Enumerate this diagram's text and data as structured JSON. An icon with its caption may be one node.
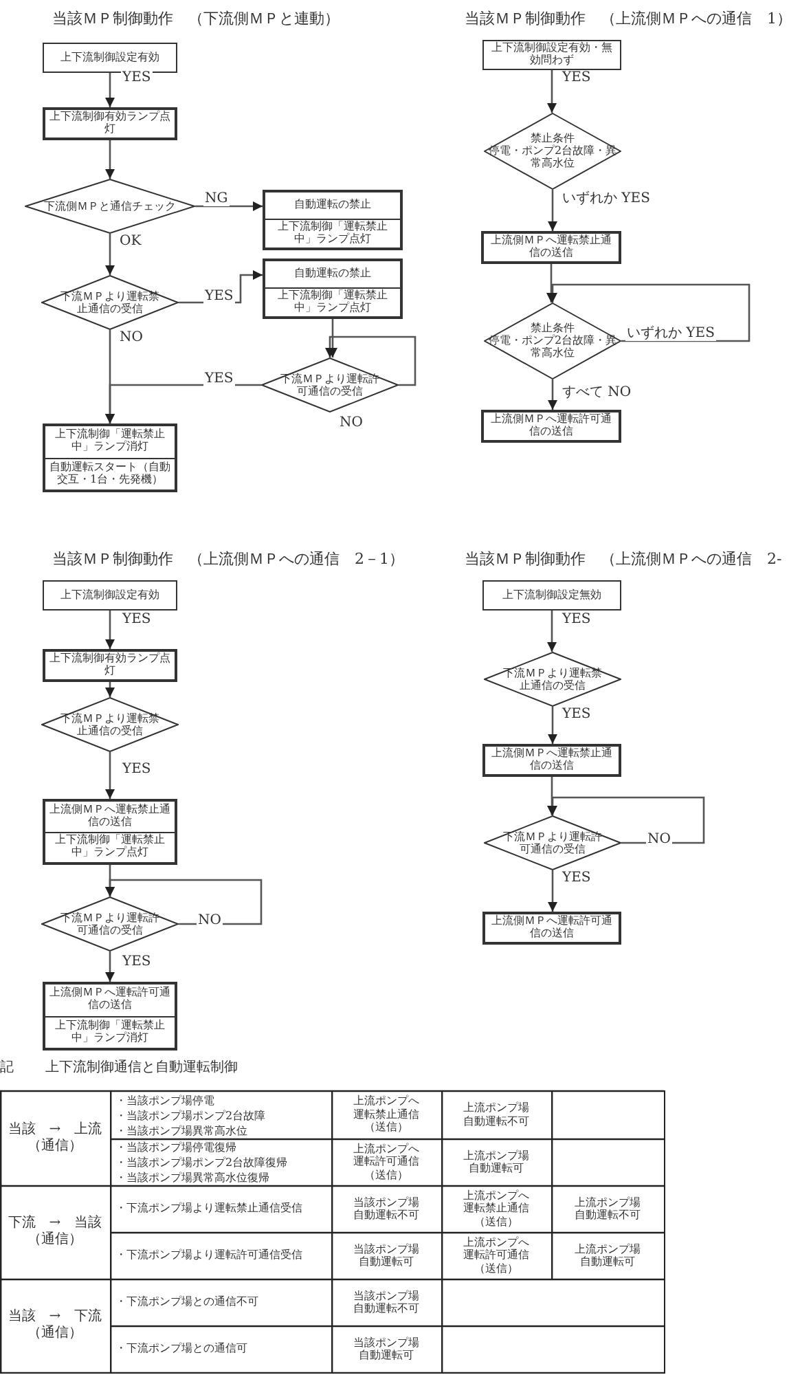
{
  "diagram": {
    "nodes": [
      {
        "text": [
          "上下流制御設定有効"
        ]
      },
      {
        "text": [
          "上下流制御有効ランプ点灯"
        ]
      },
      {
        "text": [
          "下流側ＭＰと通信チェック"
        ]
      },
      {
        "text": [
          "自動運転の禁止",
          "上下流制御「運転禁止中」ランプ点灯"
        ]
      },
      {
        "text": [
          "下流ＭＰより運転禁止通信の受信"
        ]
      },
      {
        "text": [
          "自動運転の禁止",
          "上下流制御「運転禁止中」ランプ点灯"
        ]
      },
      {
        "text": [
          "下流ＭＰより運転許可通信の受信"
        ]
      },
      {
        "text": [
          "上下流制御「運転禁止中」ランプ消灯",
          "自動運転スタート（自動交互・1台・先発機）"
        ]
      },
      {
        "text": [
          "上下流制御設定有効・無効問わず"
        ]
      },
      {
        "text": [
          "禁止条件",
          "停電・ポンプ2台故障・異常高水位"
        ]
      },
      {
        "text": [
          "上流側ＭＰへ運転禁止通信の送信"
        ]
      },
      {
        "text": [
          "禁止条件",
          "停電・ポンプ2台故障・異常高水位"
        ]
      },
      {
        "text": [
          "上流側ＭＰへ運転許可通信の送信"
        ]
      },
      {
        "text": [
          "上下流制御設定有効"
        ]
      },
      {
        "text": [
          "上下流制御有効ランプ点灯"
        ]
      },
      {
        "text": [
          "下流ＭＰより運転禁止通信の受信"
        ]
      },
      {
        "text": [
          "上流側ＭＰへ運転禁止通信の送信",
          "上下流制御「運転禁止中」ランプ点灯"
        ]
      },
      {
        "text": [
          "下流ＭＰより運転許可通信の受信"
        ]
      },
      {
        "text": [
          "上流側ＭＰへ運転許可通信の送信",
          "上下流制御「運転禁止中」ランプ消灯"
        ]
      },
      {
        "text": [
          "上下流制御設定無効"
        ]
      },
      {
        "text": [
          "下流ＭＰより運転禁止通信の受信"
        ]
      },
      {
        "text": [
          "上流側ＭＰへ運転禁止通信の送信"
        ]
      },
      {
        "text": [
          "下流ＭＰより運転許可通信の受信"
        ]
      },
      {
        "text": [
          "上流側ＭＰへ運転許可通信の送信"
        ]
      }
    ],
    "edges": [
      {
        "from": 0,
        "to": 1,
        "arrow": "to",
        "label": "YES"
      },
      {
        "from": 1,
        "to": 2,
        "arrow": "to"
      },
      {
        "from": 2,
        "to": 3,
        "arrow": "to",
        "label": "NG"
      },
      {
        "from": 2,
        "to": 4,
        "arrow": "to",
        "label": "OK"
      },
      {
        "from": 4,
        "to": 5,
        "arrow": "to",
        "label": "YES"
      },
      {
        "from": 5,
        "to": 6,
        "arrow": "to"
      },
      {
        "from": 6,
        "to": 6,
        "arrow": "to",
        "label": "NO"
      },
      {
        "from": 6,
        "to": 7,
        "arrow": "to",
        "label": "YES"
      },
      {
        "from": 4,
        "to": 7,
        "arrow": "to",
        "label": "NO"
      },
      {
        "from": 8,
        "to": 9,
        "arrow": "to",
        "label": "YES"
      },
      {
        "from": 9,
        "to": 10,
        "arrow": "to",
        "label": "いずれか YES"
      },
      {
        "from": 10,
        "to": 11,
        "arrow": "to"
      },
      {
        "from": 11,
        "to": 11,
        "arrow": "to",
        "label": "いずれか YES"
      },
      {
        "from": 11,
        "to": 12,
        "arrow": "to",
        "label": "すべて NO"
      },
      {
        "from": 13,
        "to": 14,
        "arrow": "to",
        "label": "YES"
      },
      {
        "from": 14,
        "to": 15,
        "arrow": "to"
      },
      {
        "from": 15,
        "to": 16,
        "arrow": "to",
        "label": "YES"
      },
      {
        "from": 16,
        "to": 17,
        "arrow": "to"
      },
      {
        "from": 17,
        "to": 17,
        "arrow": "to",
        "label": "NO"
      },
      {
        "from": 17,
        "to": 18,
        "arrow": "to",
        "label": "YES"
      },
      {
        "from": 19,
        "to": 20,
        "arrow": "to",
        "label": "YES"
      },
      {
        "from": 20,
        "to": 21,
        "arrow": "to",
        "label": "YES"
      },
      {
        "from": 21,
        "to": 22,
        "arrow": "to"
      },
      {
        "from": 22,
        "to": 22,
        "arrow": "to",
        "label": "NO"
      },
      {
        "from": 22,
        "to": 23,
        "arrow": "to",
        "label": "YES"
      }
    ],
    "labels": [
      "当該ＭＰ制御動作　（下流側ＭＰと連動）",
      "当該ＭＰ制御動作　（上流側ＭＰへの通信　1）",
      "当該ＭＰ制御動作　（上流側ＭＰへの通信　2－1）",
      "当該ＭＰ制御動作　（上流側ＭＰへの通信　2-",
      "記",
      "上下流制御通信と自動運転制御",
      "当該　→　上流（通信）",
      "・当該ポンプ場停電",
      "・当該ポンプ場ポンプ2台故障",
      "・当該ポンプ場異常高水位",
      "上流ポンプへ運転禁止通信（送信）",
      "上流ポンプ場自動運転不可",
      "・当該ポンプ場停電復帰",
      "・当該ポンプ場ポンプ2台故障復帰",
      "・当該ポンプ場異常高水位復帰",
      "上流ポンプへ運転許可通信（送信）",
      "上流ポンプ場自動運転可",
      "下流　→　当該（通信）",
      "・下流ポンプ場より運転禁止通信受信",
      "当該ポンプ場自動運転不可",
      "上流ポンプへ運転禁止通信（送信）",
      "上流ポンプ場自動運転不可",
      "・下流ポンプ場より運転許可通信受信",
      "当該ポンプ場自動運転可",
      "上流ポンプへ運転許可通信（送信）",
      "上流ポンプ場自動運転可",
      "当該　→　下流（通信）",
      "・下流ポンプ場との通信不可",
      "当該ポンプ場自動運転不可",
      "・下流ポンプ場との通信可",
      "当該ポンプ場自動運転可"
    ]
  }
}
